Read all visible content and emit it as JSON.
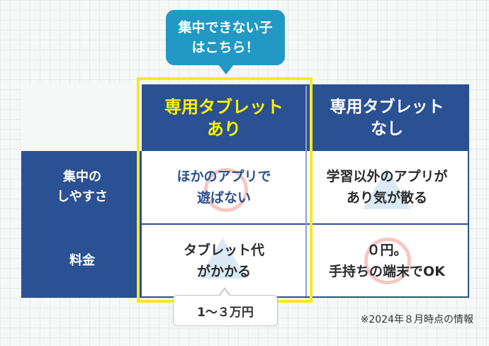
{
  "callout": {
    "line1": "集中できない子",
    "line2": "はこちら！"
  },
  "columns": {
    "with_tablet": {
      "line1": "専用タブレット",
      "line2": "あり"
    },
    "without_tablet": {
      "line1": "専用タブレット",
      "line2": "なし"
    }
  },
  "rows": [
    {
      "header": {
        "line1": "集中の",
        "line2": "しやすさ"
      },
      "with_tablet": {
        "line1": "ほかのアプリで",
        "line2": "遊ばない",
        "mark": "circle"
      },
      "without_tablet": {
        "line1": "学習以外のアプリが",
        "line2": "あり気が散る",
        "mark": "triangle"
      }
    },
    {
      "header": {
        "line1": "料金"
      },
      "with_tablet": {
        "line1": "タブレット代",
        "line2": "がかかる",
        "mark": "triangle"
      },
      "without_tablet": {
        "line1": "０円。",
        "line2": "手持ちの端末でOK",
        "mark": "circle"
      }
    }
  ],
  "price_bubble": "1～３万円",
  "footnote": "※2024年８月時点の情報",
  "colors": {
    "navy": "#2a5193",
    "yellow": "#f5e82a",
    "callout_blue": "#2199c4"
  }
}
